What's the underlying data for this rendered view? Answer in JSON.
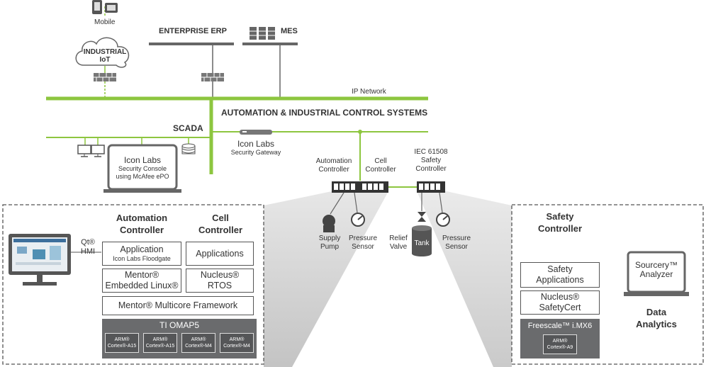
{
  "colors": {
    "network_green": "#8dc63f",
    "line_gray": "#666666",
    "dashed_border": "#555555",
    "soc_dark": "#6a6b6d"
  },
  "top": {
    "mobile_label": "Mobile",
    "iot_label_line1": "INDUSTRIAL",
    "iot_label_line2": "IoT",
    "erp_label": "ENTERPRISE ERP",
    "mes_label": "MES",
    "ip_network_label": "IP Network",
    "aics_label": "AUTOMATION & INDUSTRIAL CONTROL SYSTEMS",
    "scada_label": "SCADA",
    "gateway_line1": "Icon Labs",
    "gateway_line2": "Security Gateway",
    "console_line1": "Icon Labs",
    "console_line2": "Security Console",
    "console_line3": "using McAfee ePO"
  },
  "controllers": {
    "automation_line1": "Automation",
    "automation_line2": "Controller",
    "cell_line1": "Cell",
    "cell_line2": "Controller",
    "safety_line1": "IEC 61508",
    "safety_line2": "Safety",
    "safety_line3": "Controller"
  },
  "field": {
    "supply_pump_line1": "Supply",
    "supply_pump_line2": "Pump",
    "pressure1_line1": "Pressure",
    "pressure1_line2": "Sensor",
    "relief_line1": "Relief",
    "relief_line2": "Valve",
    "tank_label": "Tank",
    "pressure2_line1": "Pressure",
    "pressure2_line2": "Sensor"
  },
  "left_panel": {
    "hmi_line1": "Qt®",
    "hmi_line2": "HMI",
    "automation_header_line1": "Automation",
    "automation_header_line2": "Controller",
    "cell_header_line1": "Cell",
    "cell_header_line2": "Controller",
    "application_line1": "Application",
    "application_line2": "Icon Labs Floodgate",
    "applications": "Applications",
    "mentor_linux_line1": "Mentor®",
    "mentor_linux_line2": "Embedded Linux®",
    "nucleus_rtos_line1": "Nucleus®",
    "nucleus_rtos_line2": "RTOS",
    "multicore": "Mentor® Multicore Framework",
    "soc_title": "TI OMAP5",
    "cores": [
      {
        "line1": "ARM®",
        "line2": "Cortex®-A15"
      },
      {
        "line1": "ARM®",
        "line2": "Cortex®-A15"
      },
      {
        "line1": "ARM®",
        "line2": "Cortex®-M4"
      },
      {
        "line1": "ARM®",
        "line2": "Cortex®-M4"
      }
    ]
  },
  "right_panel": {
    "safety_header_line1": "Safety",
    "safety_header_line2": "Controller",
    "safety_apps_line1": "Safety",
    "safety_apps_line2": "Applications",
    "safetycert_line1": "Nucleus®",
    "safetycert_line2": "SafetyCert",
    "soc_title": "Freescale™ i.MX6",
    "core_line1": "ARM®",
    "core_line2": "Cortex®-A9",
    "analyzer_line1": "Sourcery™",
    "analyzer_line2": "Analyzer",
    "analytics_line1": "Data",
    "analytics_line2": "Analytics"
  }
}
